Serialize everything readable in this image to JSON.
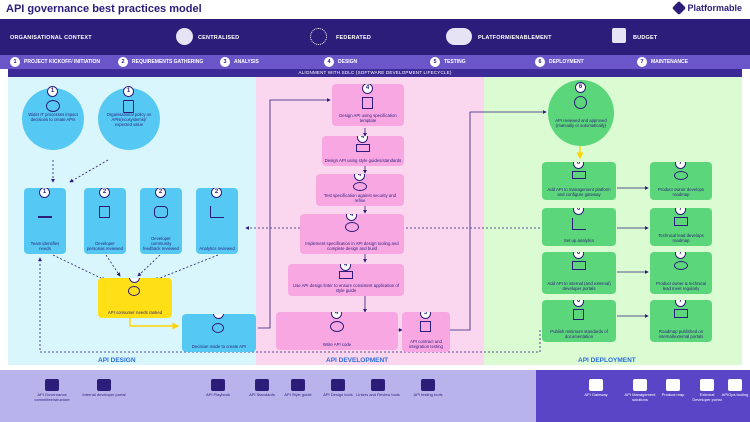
{
  "header": {
    "title": "API governance best practices model",
    "brand": "Platformable"
  },
  "context": {
    "label": "ORGANISATIONAL CONTEXT",
    "items": [
      {
        "label": "CENTRALISED",
        "icon": "hub-icon"
      },
      {
        "label": "FEDERATED",
        "icon": "network-icon"
      },
      {
        "label": "PLATFORM/ENABLEMENT",
        "icon": "overlap-icon"
      },
      {
        "label": "BUDGET",
        "icon": "calendar-icon"
      }
    ]
  },
  "phases": [
    {
      "num": "1",
      "label": "PROJECT KICKOFF/ INITIATION"
    },
    {
      "num": "2",
      "label": "REQUIREMENTS GATHERING"
    },
    {
      "num": "3",
      "label": "ANALYSIS"
    },
    {
      "num": "4",
      "label": "DESIGN"
    },
    {
      "num": "5",
      "label": "TESTING"
    },
    {
      "num": "6",
      "label": "DEPLOYMENT"
    },
    {
      "num": "7",
      "label": "MAINTENANCE"
    }
  ],
  "alignment": "ALIGNMENT WITH SDLC (SOFTWARE DEVELOPMENT LIFECYCLE)",
  "columns": {
    "design": "API DESIGN",
    "development": "API DEVELOPMENT",
    "deployment": "API DEPLOYMENT"
  },
  "nodes": {
    "c1": {
      "num": "1",
      "text": "Wider IT processes impact decisions to create APIs"
    },
    "c2": {
      "num": "1",
      "text": "Organisational policy on APIs(ecosystems)/ expected value"
    },
    "b1": {
      "num": "1",
      "text": "Team identifies needs"
    },
    "b2": {
      "num": "2",
      "text": "Developer personas reviewed"
    },
    "b3": {
      "num": "2",
      "text": "Developer community feedback reviewed"
    },
    "b4": {
      "num": "2",
      "text": "Analytics reviewed"
    },
    "y1": {
      "num": "2",
      "text": "API consumer needs ranked"
    },
    "d1": {
      "num": "3",
      "text": "Decision made to create API"
    },
    "p1": {
      "num": "4",
      "text": "Design API using specification template"
    },
    "p2": {
      "num": "4",
      "text": "Design API using style guides/standards"
    },
    "p3": {
      "num": "4",
      "text": "Test specification against security and refine"
    },
    "p4": {
      "num": "4",
      "text": "Implement specification in API design tooling and complete design and build"
    },
    "p5": {
      "num": "4",
      "text": "Use API design linter to ensure consistent application of style guide"
    },
    "p6": {
      "num": "4",
      "text": "Write API code"
    },
    "p7": {
      "num": "5",
      "text": "API contract and integration testing"
    },
    "gc": {
      "num": "6",
      "text": "API reviewed and approved (manually or automatically)"
    },
    "g1": {
      "num": "6",
      "text": "Add API to management platform and configure gateway"
    },
    "g2": {
      "num": "6",
      "text": "Set up analytics"
    },
    "g3": {
      "num": "6",
      "text": "Add API to internal (and external) developer portals"
    },
    "g4": {
      "num": "6",
      "text": "Publish minimum standards of documentation"
    },
    "m1": {
      "num": "7",
      "text": "Product owner develops roadmap"
    },
    "m2": {
      "num": "7",
      "text": "Technical lead develops roadmap"
    },
    "m3": {
      "num": "7",
      "text": "Product owner & technical lead meet regularly"
    },
    "m4": {
      "num": "7",
      "text": "Roadmap published on internal/external portals"
    }
  },
  "footer": [
    {
      "label": "API Governance committee/structure",
      "icon": "committee-icon"
    },
    {
      "label": "Internal developer portal",
      "icon": "portal-icon"
    },
    {
      "label": "API Playbook",
      "icon": "playbook-icon"
    },
    {
      "label": "API Standards",
      "icon": "standards-icon"
    },
    {
      "label": "API Style guide",
      "icon": "style-guide-icon"
    },
    {
      "label": "API Design tools",
      "icon": "design-tools-icon"
    },
    {
      "label": "Linters and Review tools",
      "icon": "linter-icon"
    },
    {
      "label": "API testing tools",
      "icon": "testing-tools-icon"
    },
    {
      "label": "API Gateway",
      "icon": "gateway-icon"
    },
    {
      "label": "API Management solutions",
      "icon": "management-icon"
    },
    {
      "label": "Product map",
      "icon": "product-map-icon"
    },
    {
      "label": "External Developer portal",
      "icon": "external-portal-icon"
    },
    {
      "label": "APIOps tooling",
      "icon": "apiops-icon"
    }
  ],
  "colors": {
    "navy": "#2c1d7a",
    "blue": "#55c9f3",
    "pink": "#f9a7e3",
    "green": "#5cd67a",
    "yellow": "#ffe017"
  }
}
